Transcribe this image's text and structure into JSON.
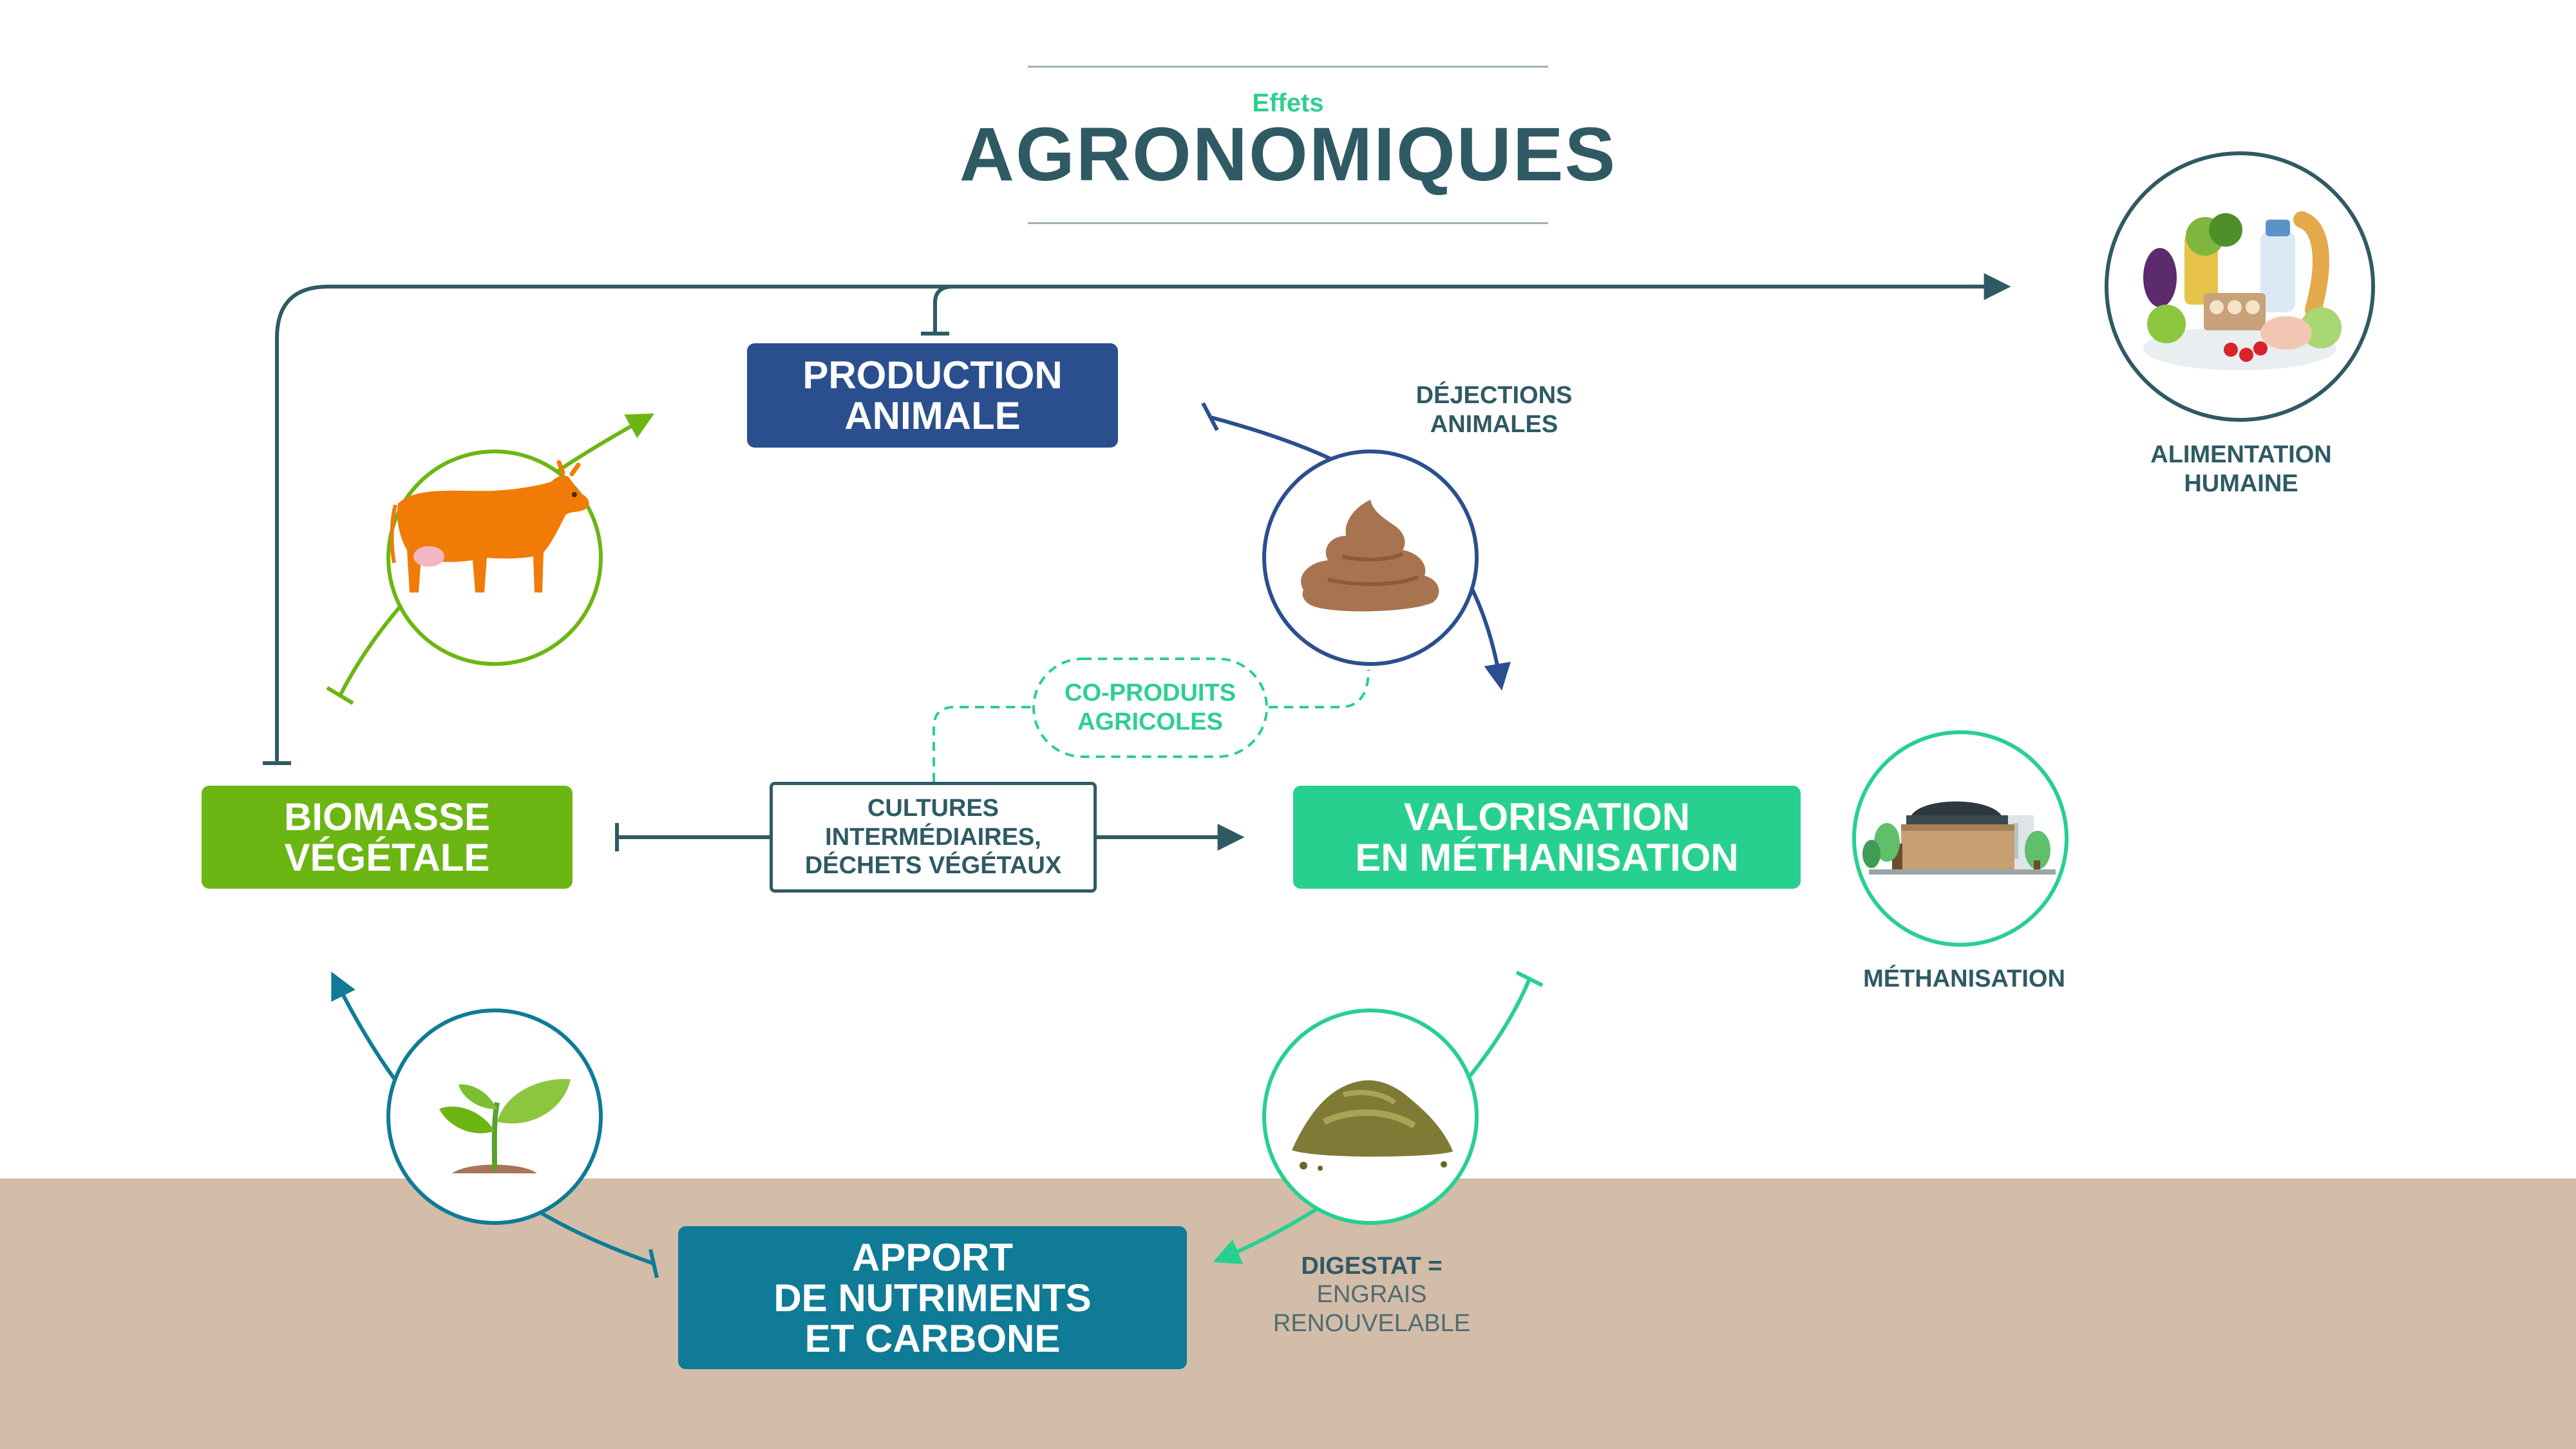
{
  "title": {
    "small": "Effets",
    "big": "AGRONOMIQUES"
  },
  "boxes": {
    "production": "PRODUCTION\nANIMALE",
    "biomasse": "BIOMASSE\nVÉGÉTALE",
    "valorisation": "VALORISATION\nEN MÉTHANISATION",
    "apport": "APPORT\nDE NUTRIMENTS\nET CARBONE",
    "cultures": "CULTURES\nINTERMÉDIAIRES,\nDÉCHETS VÉGÉTAUX",
    "coproduits": "CO-PRODUITS\nAGRICOLES"
  },
  "labels": {
    "dejections": "DÉJECTIONS\nANIMALES",
    "alimentation": "ALIMENTATION\nHUMAINE",
    "methanisation": "MÉTHANISATION",
    "digestat_title": "DIGESTAT =",
    "digestat_sub": "ENGRAIS\nRENOUVELABLE"
  },
  "icons": {
    "cow": "cow-icon",
    "manure": "manure-icon",
    "food": "food-basket-icon",
    "methaniser": "methanizer-icon",
    "sprout": "sprout-icon",
    "digestate": "digestate-pile-icon"
  },
  "colors": {
    "dark_teal": "#2f5a64",
    "navy": "#2b4f8e",
    "green": "#6cb613",
    "mint": "#27d08f",
    "petrol": "#0f7b96",
    "cow_orange": "#f07b06",
    "ground": "#d3bca8"
  }
}
